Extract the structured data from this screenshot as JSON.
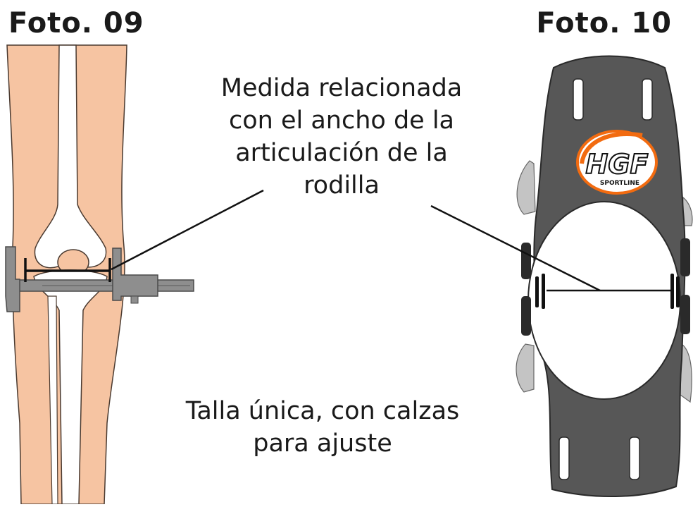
{
  "figure_left": {
    "title": "Foto. 09"
  },
  "figure_right": {
    "title": "Foto. 10"
  },
  "annotation_measure": {
    "lines": [
      "Medida relacionada",
      "con el ancho de la",
      "articulación de la",
      "rodilla"
    ]
  },
  "annotation_size": {
    "lines": [
      "Talla única, con calzas",
      "para ajuste"
    ]
  },
  "brand_logo": {
    "text": "HGF",
    "subtext": "SPORTLINE"
  },
  "colors": {
    "skin": "#f6c4a2",
    "bone": "#ffffff",
    "outline": "#4a3a30",
    "caliper": "#8e8e8e",
    "brace": "#575757",
    "brace_dark": "#2a2a2a",
    "pad": "#c4c4c4",
    "logo_orange": "#f26b10",
    "measure_line": "#111111"
  }
}
